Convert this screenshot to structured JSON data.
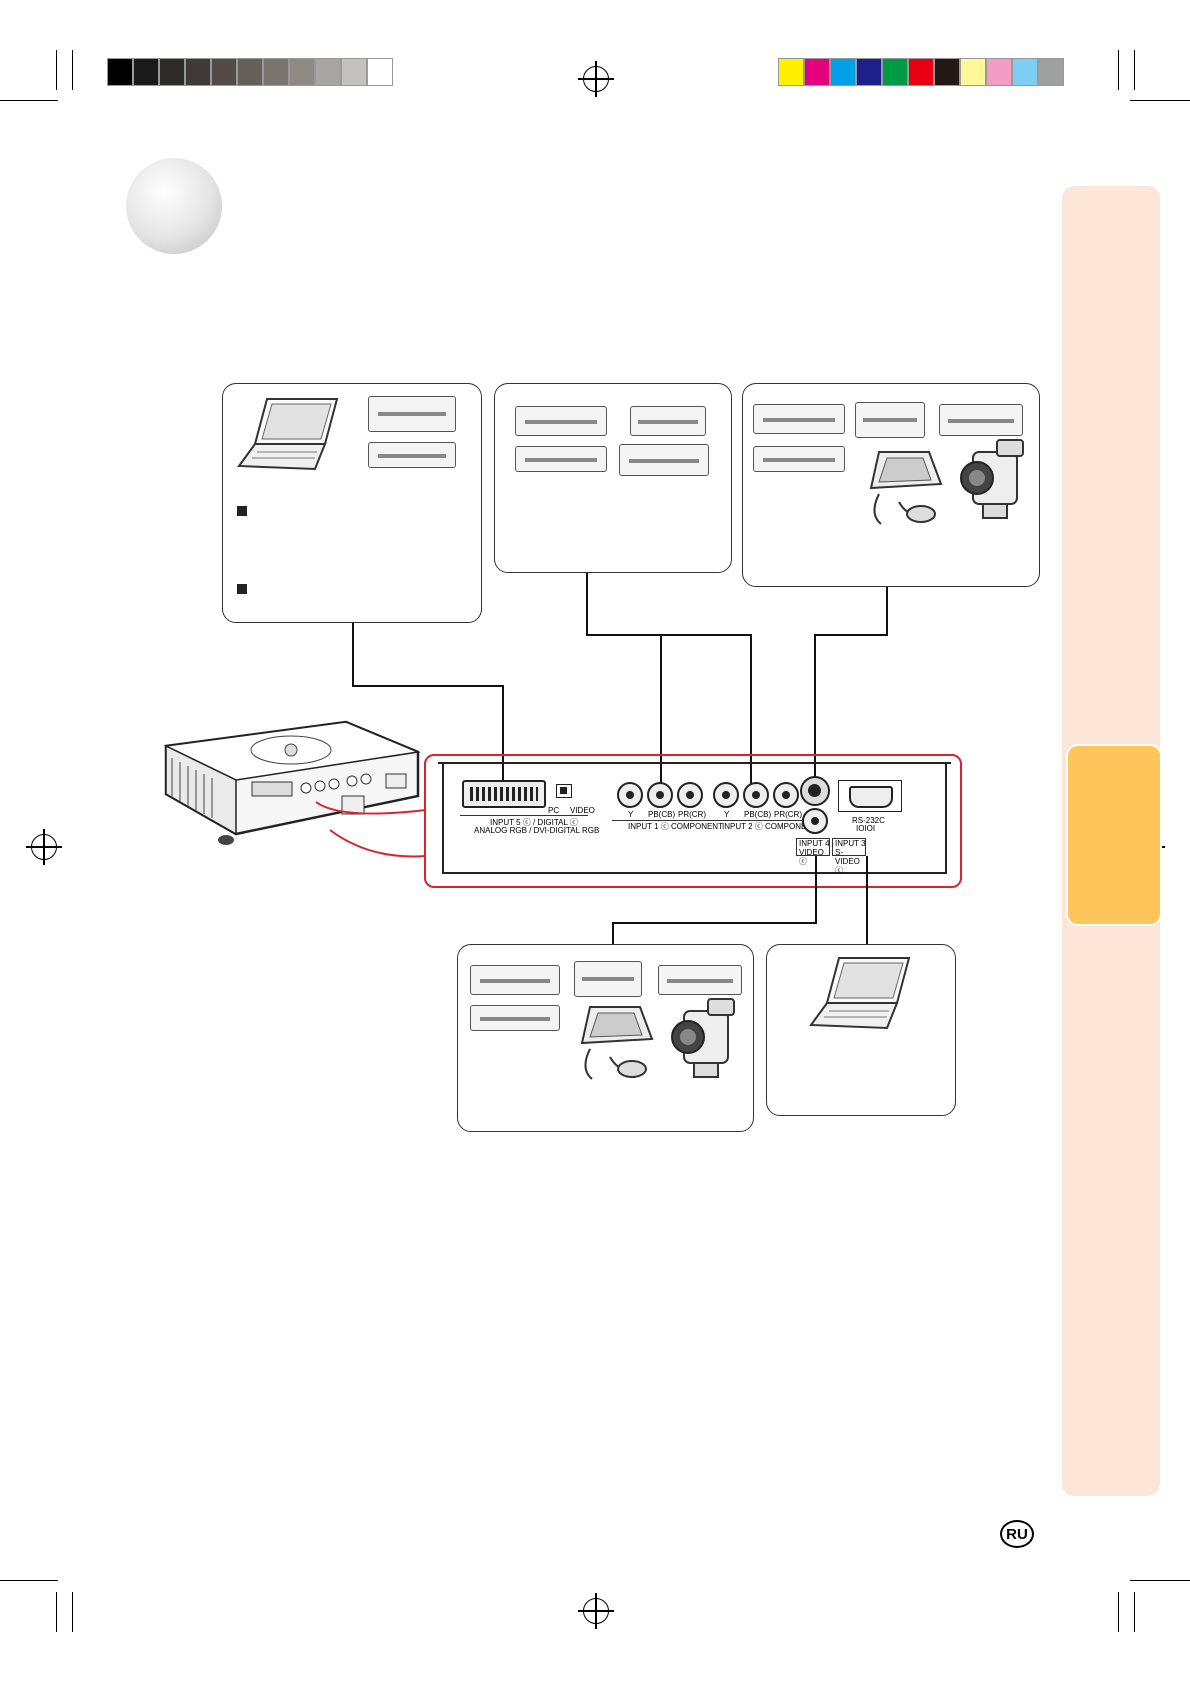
{
  "ports": {
    "dvi_label": "INPUT 5 ⓒ / DIGITAL ⓒ",
    "dvi_sublabel": "ANALOG RGB / DVI-DIGITAL RGB",
    "switch_pc": "PC",
    "switch_video": "VIDEO",
    "y1": "Y",
    "pb1": "PB(CB)",
    "pr1": "PR(CR)",
    "input1": "INPUT 1 ⓒ COMPONENT",
    "y2": "Y",
    "pb2": "PB(CB)",
    "pr2": "PR(CR)",
    "input2": "INPUT 2 ⓒ COMPONENT",
    "input4": "INPUT 4 VIDEO ⓒ",
    "input3": "INPUT 3 S-VIDEO ⓒ",
    "rs232c": "RS-232C",
    "rs232c_sub": "IOIOI"
  },
  "footer": {
    "lang_badge": "RU"
  },
  "colors": {
    "sidebar": "#fde6d8",
    "tab": "#fdc55a",
    "panel_outline": "#d9232d"
  },
  "colorbar": [
    "#ffef00",
    "#e5007f",
    "#00a0e9",
    "#1d2088",
    "#009944",
    "#e60012",
    "#231815",
    "#fff799",
    "#f19ec2",
    "#7ecef4",
    "#9fa0a0"
  ],
  "graybar": [
    "#000000",
    "#1a1a1a",
    "#2e2a28",
    "#3f3a37",
    "#514b47",
    "#655f5a",
    "#7a7470",
    "#908a86",
    "#a8a4a1",
    "#c4c1bf",
    "#ffffff"
  ]
}
